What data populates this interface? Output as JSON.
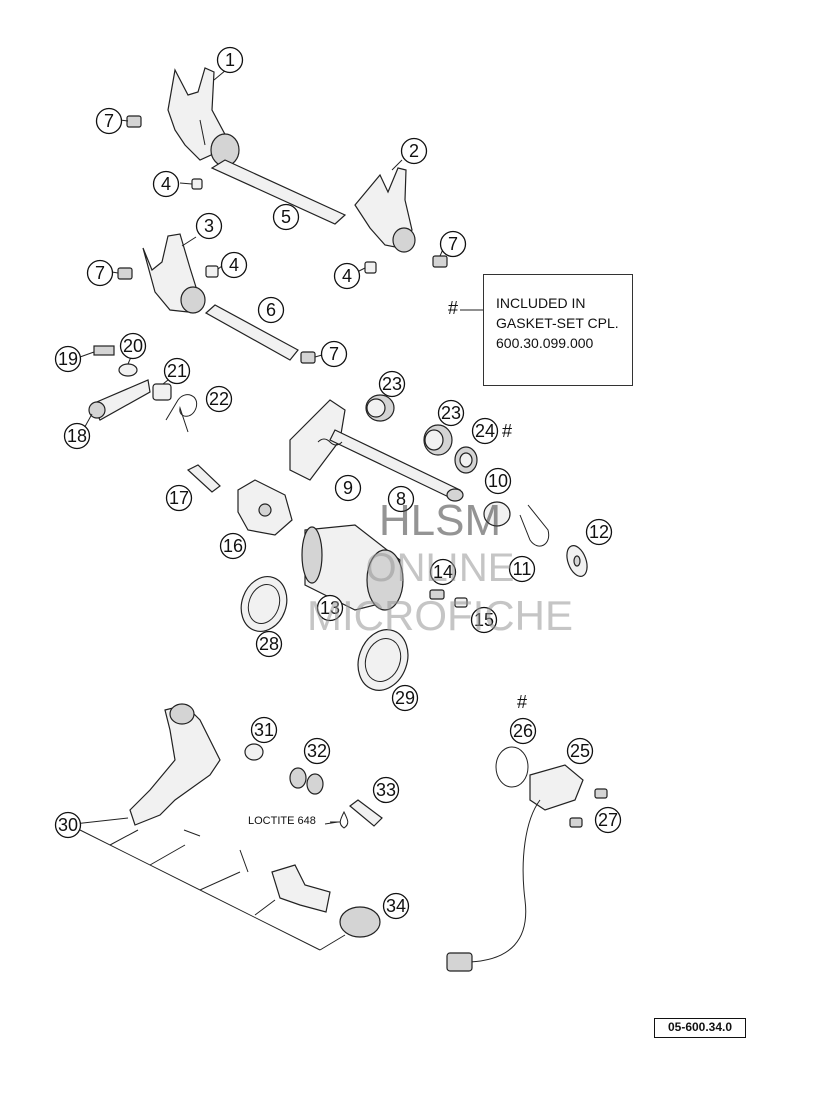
{
  "callouts": [
    {
      "label": "1"
    },
    {
      "label": "2"
    },
    {
      "label": "3"
    },
    {
      "label": "4"
    },
    {
      "label": "4"
    },
    {
      "label": "4"
    },
    {
      "label": "5"
    },
    {
      "label": "6"
    },
    {
      "label": "7"
    },
    {
      "label": "7"
    },
    {
      "label": "7"
    },
    {
      "label": "7"
    },
    {
      "label": "8"
    },
    {
      "label": "9"
    },
    {
      "label": "10"
    },
    {
      "label": "11"
    },
    {
      "label": "12"
    },
    {
      "label": "13"
    },
    {
      "label": "14"
    },
    {
      "label": "15"
    },
    {
      "label": "16"
    },
    {
      "label": "17"
    },
    {
      "label": "18"
    },
    {
      "label": "19"
    },
    {
      "label": "20"
    },
    {
      "label": "21"
    },
    {
      "label": "22"
    },
    {
      "label": "23"
    },
    {
      "label": "23"
    },
    {
      "label": "24"
    },
    {
      "label": "25"
    },
    {
      "label": "26"
    },
    {
      "label": "27"
    },
    {
      "label": "28"
    },
    {
      "label": "29"
    },
    {
      "label": "30"
    },
    {
      "label": "31"
    },
    {
      "label": "32"
    },
    {
      "label": "33"
    },
    {
      "label": "34"
    }
  ],
  "note": {
    "marker": "#",
    "lines": [
      "INCLUDED IN",
      "GASKET-SET CPL.",
      "600.30.099.000"
    ]
  },
  "markers": {
    "hash_24": "#",
    "hash_26": "#"
  },
  "loctite_label": "LOCTITE 648",
  "reference_code": "05-600.34.0",
  "watermark": {
    "line1": "HLSM",
    "line2": "ONLINE",
    "line3": "MICROFICHE"
  }
}
